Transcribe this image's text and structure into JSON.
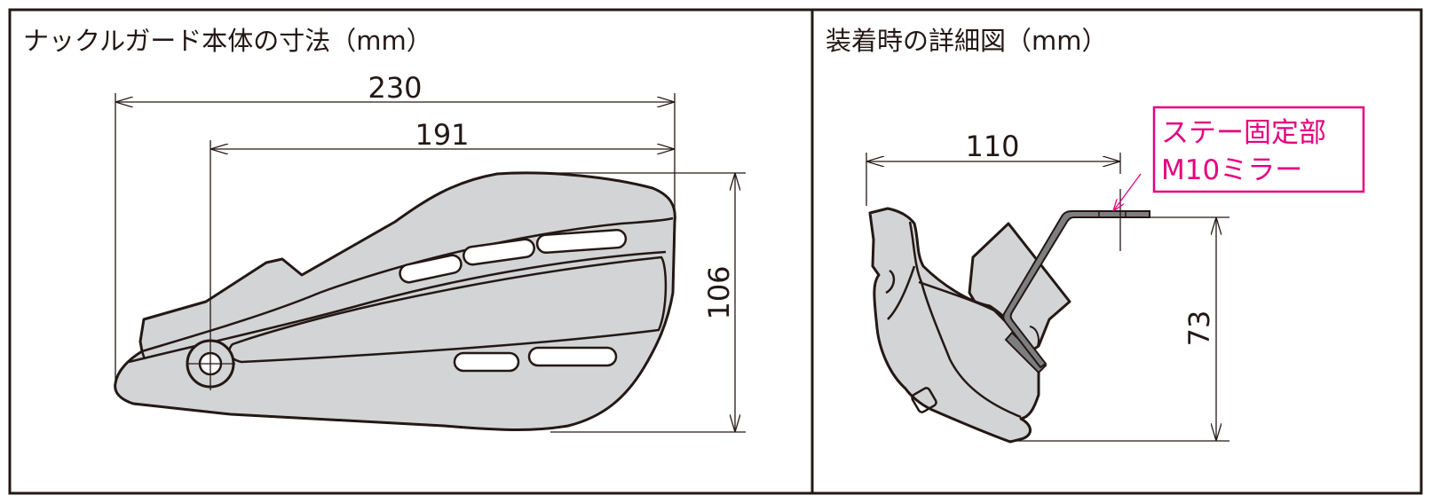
{
  "left_panel": {
    "title": "ナックルガード本体の寸法（mm）",
    "dimensions": {
      "overall_length": "230",
      "mount_to_tip": "191",
      "height": "106"
    }
  },
  "right_panel": {
    "title": "装着時の詳細図（mm）",
    "dimensions": {
      "width": "110",
      "height": "73"
    },
    "callout": {
      "line1": "ステー固定部",
      "line2": "M10ミラー"
    }
  },
  "colors": {
    "accent": "#e6007e",
    "part_fill": "#d3d4d5",
    "bracket": "#7d7e80",
    "line": "#231815"
  }
}
